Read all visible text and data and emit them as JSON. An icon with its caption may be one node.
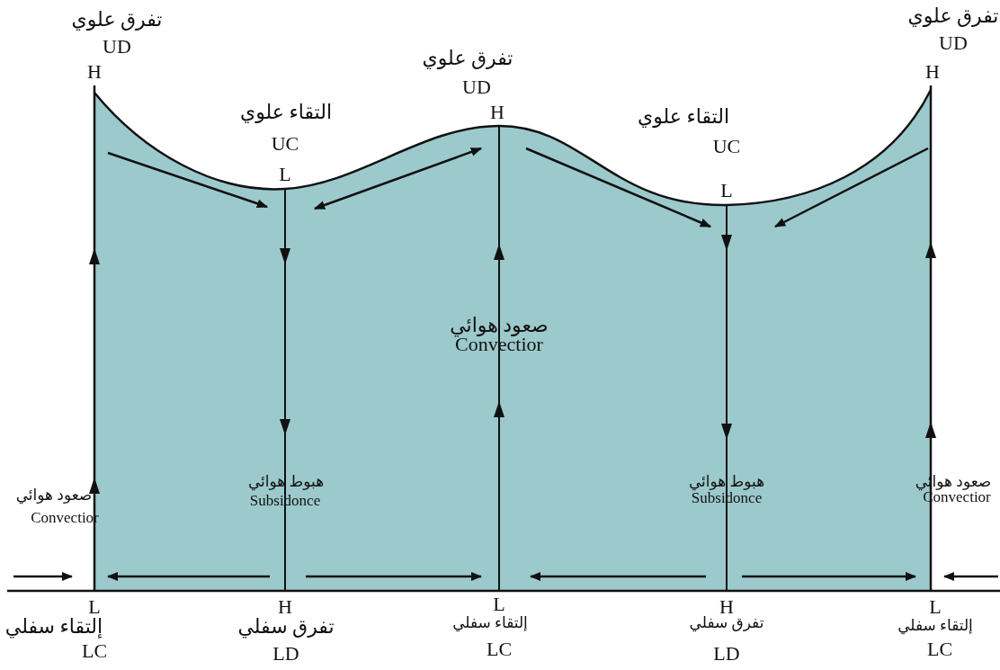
{
  "diagram": {
    "labels": [
      "تفرق علوي",
      "UD",
      "H",
      "تفرق علوي",
      "UD",
      "H",
      "تفرق علوي",
      "UD",
      "H",
      "التقاء علوي",
      "UC",
      "L",
      "التقاء علوي",
      "UC",
      "L",
      "صعود هوائي",
      "Convectior",
      "صعود هوائي",
      "Convectior",
      "هبوط هوائي",
      "Subsidonce",
      "هبوط هوائي",
      "Subsidonce",
      "صعود هوائي",
      "Convectior",
      "L",
      "إلتقاء سفلي",
      "LC",
      "H",
      "تفرق سفلي",
      "LD",
      "L",
      "إلتقاء سفلي",
      "LC",
      "H",
      "تفرق سفلي",
      "LD",
      "L",
      "إلتقاء سفلي",
      "LC"
    ]
  }
}
